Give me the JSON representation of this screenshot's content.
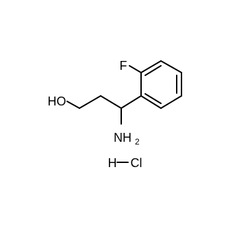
{
  "molecule": {
    "fluorine_label": "F",
    "hydroxyl_label": "HO",
    "amine_label": "NH",
    "amine_subscript": "2",
    "hydrochloride_h": "H",
    "hydrochloride_cl": "Cl"
  },
  "colors": {
    "bond": "#000000",
    "text": "#000000",
    "background": "#ffffff"
  }
}
